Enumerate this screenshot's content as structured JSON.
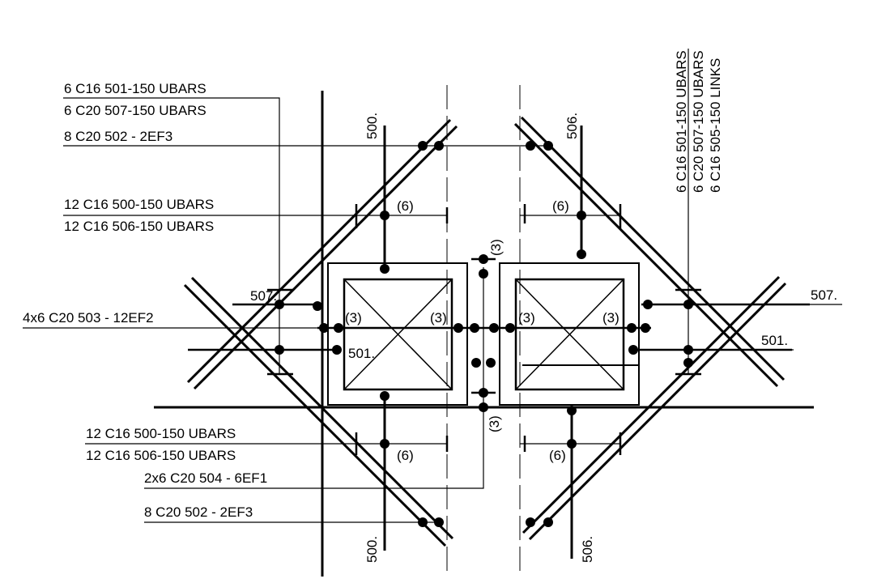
{
  "labels": {
    "top_left_1": "6 C16 501-150 UBARS",
    "top_left_2": "6 C20 507-150 UBARS",
    "top_left_3": "8 C20 502 - 2EF3",
    "mid_left_1": "12 C16 500-150 UBARS",
    "mid_left_2": "12 C16 506-150 UBARS",
    "left_main": "4x6 C20 503 - 12EF2",
    "bot_left_1": "12 C16 500-150 UBARS",
    "bot_left_2": "12 C16 506-150 UBARS",
    "bot_left_3": "2x6 C20 504 - 6EF1",
    "bot_left_4": "8 C20 502 - 2EF3",
    "vert_right_1": "6 C16 501-150 UBARS",
    "vert_right_2": "6 C20 507-150 UBARS",
    "vert_right_3": "6 C16 505-150 LINKS"
  },
  "marks": {
    "m500_top": "500.",
    "m506_top": "506.",
    "m500_bot": "500.",
    "m506_bot": "506.",
    "m507_left": "507.",
    "m507_right": "507.",
    "m501_left": "501.",
    "m501_right": "501.",
    "six_tl": "(6)",
    "six_tr": "(6)",
    "six_bl": "(6)",
    "six_br": "(6)",
    "three_1": "(3)",
    "three_2": "(3)",
    "three_3": "(3)",
    "three_4": "(3)",
    "three_top": "(3)",
    "three_bot": "(3)"
  }
}
